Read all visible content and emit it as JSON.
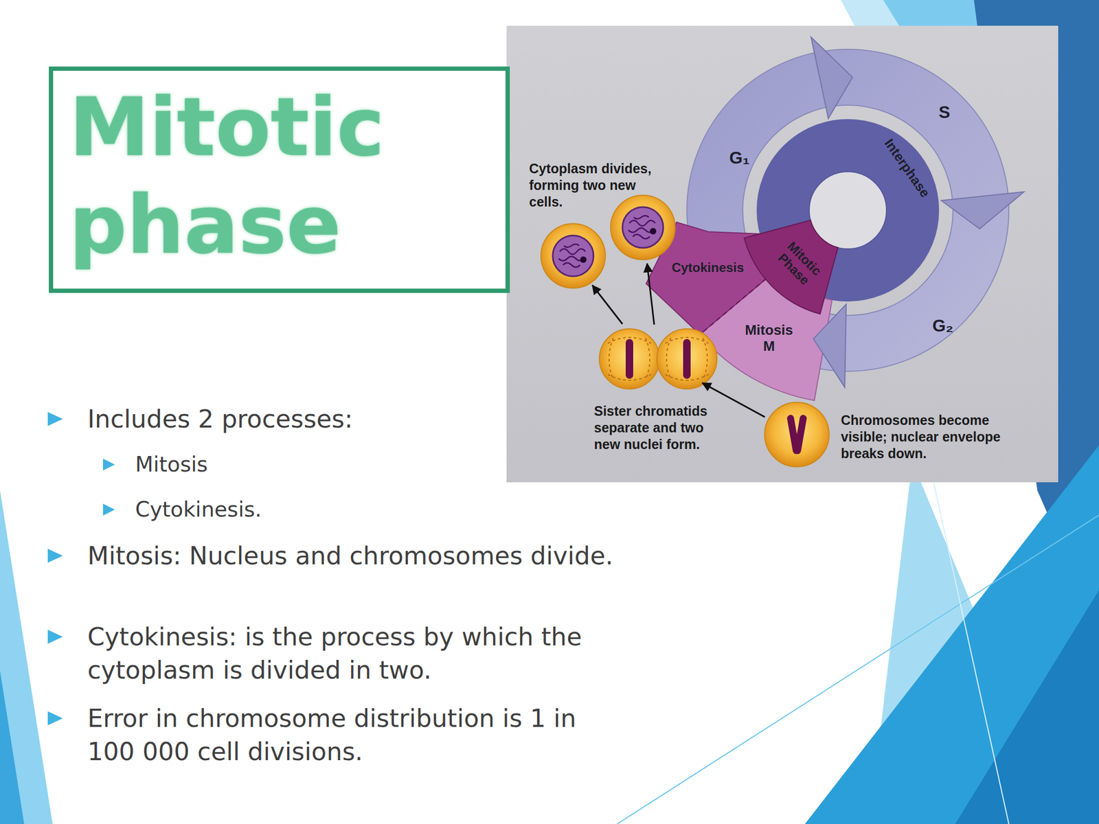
{
  "diagram": {
    "title": "Mitotic phase",
    "nodes": [
      {
        "text": [
          "G₁"
        ]
      },
      {
        "text": [
          "S"
        ]
      },
      {
        "text": [
          "Interphase"
        ]
      },
      {
        "text": [
          "G₂"
        ]
      },
      {
        "text": [
          "Mitotic Phase"
        ]
      },
      {
        "text": [
          "Cytokinesis"
        ]
      },
      {
        "text": [
          "Mitosis M"
        ]
      },
      {
        "text": [
          "Cytoplasm divides, forming two new cells."
        ]
      },
      {
        "text": [
          "Sister chromatids separate and two new nuclei form."
        ]
      },
      {
        "text": [
          "Chromosomes become visible; nuclear envelope breaks down."
        ]
      }
    ],
    "edges": [
      {
        "from": 9,
        "to": 8,
        "arrow": "to"
      },
      {
        "from": 8,
        "to": 7,
        "arrow": "to"
      }
    ],
    "labels": [
      "Includes 2 processes:",
      "Mitosis",
      "Cytokinesis.",
      "Mitosis: Nucleus and chromosomes divide.",
      "Cytokinesis: is the process by which the cytoplasm is divided in two.",
      "Error in chromosome distribution is 1 in 100 000 cell divisions."
    ]
  }
}
